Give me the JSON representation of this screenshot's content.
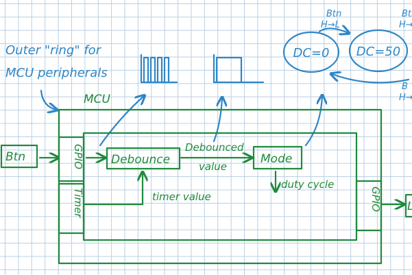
{
  "annotations": {
    "outer_ring_line1": "Outer \"ring\" for",
    "outer_ring_line2": "MCU peripherals",
    "mcu": "MCU",
    "timer_value": "timer value",
    "debounced_line1": "Debounced",
    "debounced_line2": "value",
    "duty_cycle": "duty cycle"
  },
  "blocks": {
    "btn": "Btn",
    "gpio_in": "GPIO",
    "timer": "Timer",
    "debounce": "Debounce",
    "mode": "Mode",
    "gpio_out": "GPIO",
    "led": "L"
  },
  "state_machine": {
    "state_a": "DC=0",
    "state_b": "DC=50",
    "transition_top_label1": "Btn",
    "transition_top_label2": "H→L",
    "transition_right_label1": "Btn",
    "transition_right_label2": "H→",
    "transition_bottom_label1": "B",
    "transition_bottom_label2": "H→"
  },
  "colors": {
    "diagram_green": "#1f8a3c",
    "annotation_blue": "#2f86c6",
    "grid_line": "#b9cfe3"
  }
}
